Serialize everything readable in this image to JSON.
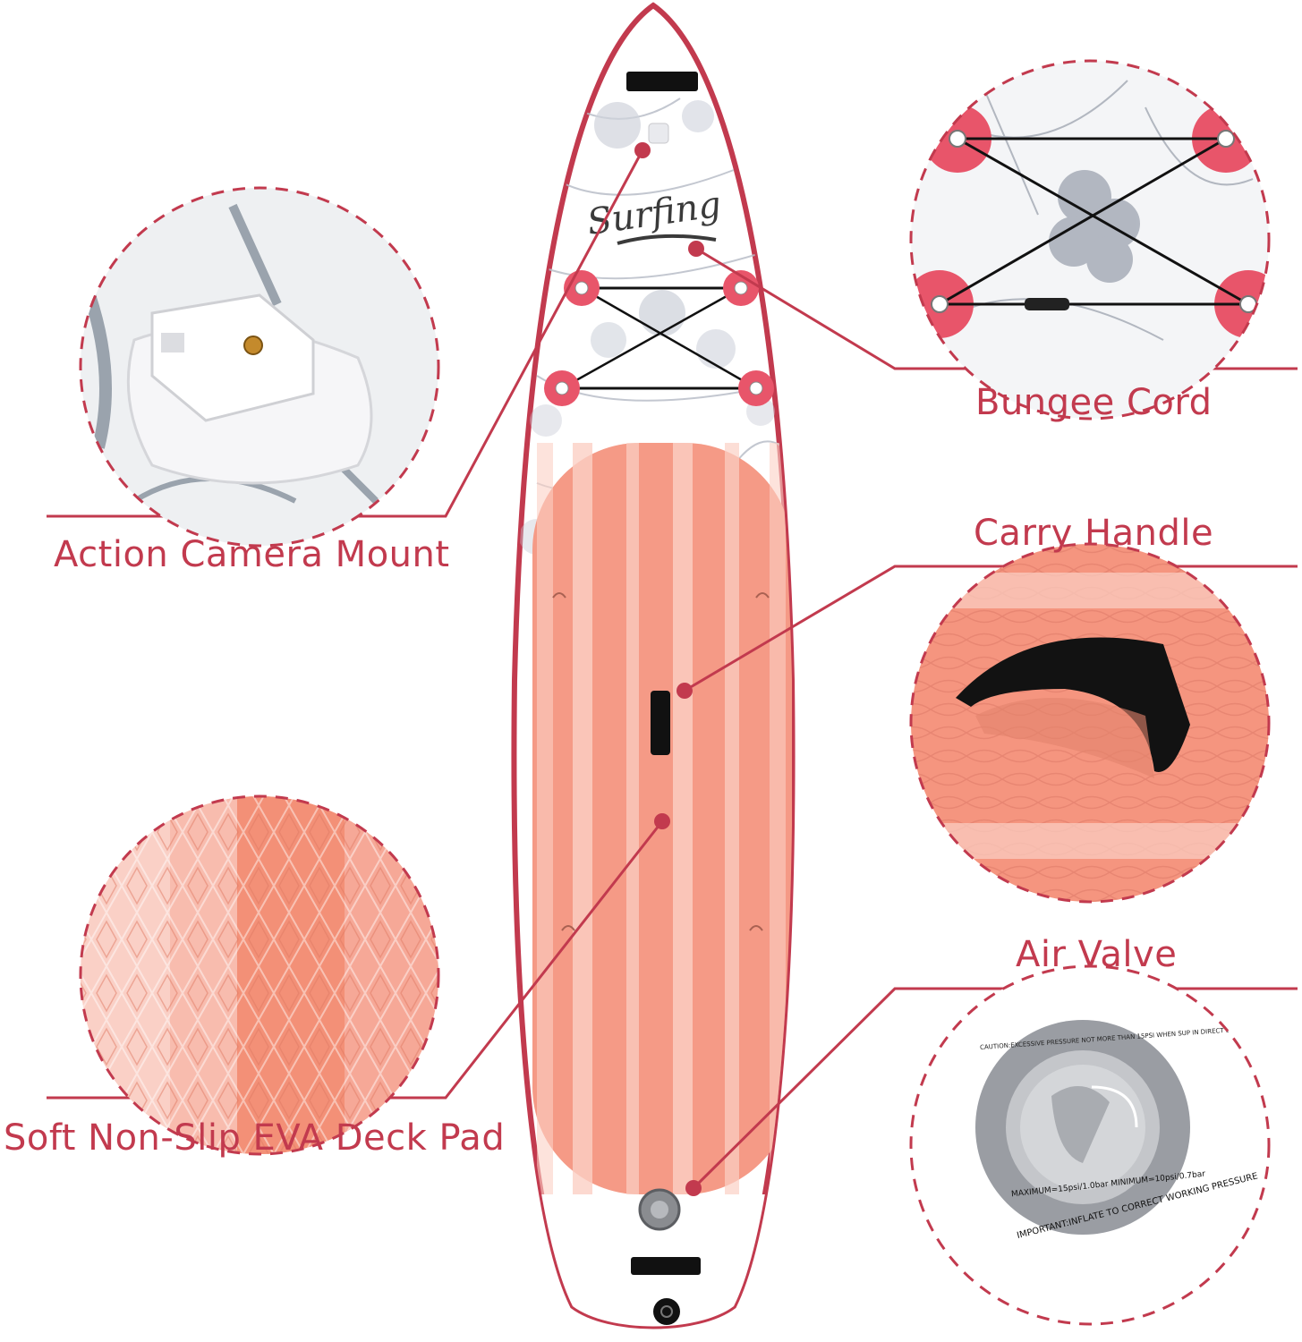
{
  "board": {
    "logo_text": "Surfing",
    "accent_color": "#c23a4e",
    "deck_color": "#f59a86",
    "deck_light_color": "#fbd0c4"
  },
  "callouts": {
    "camera_mount": "Action Camera Mount",
    "bungee_cord": "Bungee Cord",
    "carry_handle": "Carry Handle",
    "air_valve": "Air Valve",
    "deck_pad": "Soft Non-Slip EVA Deck Pad"
  },
  "valve_text": {
    "ring_top": "CAUTION:EXCESSIVE PRESSURE NOT MORE THAN 15PSI WHEN SUP IN DIRECT SUNLIGHT",
    "ring_bottom": "IMPORTANT:INFLATE TO CORRECT WORKING PRESSURE",
    "max_line": "MAXIMUM=15psi/1.0bar MINIMUM=10psi/0.7bar"
  }
}
